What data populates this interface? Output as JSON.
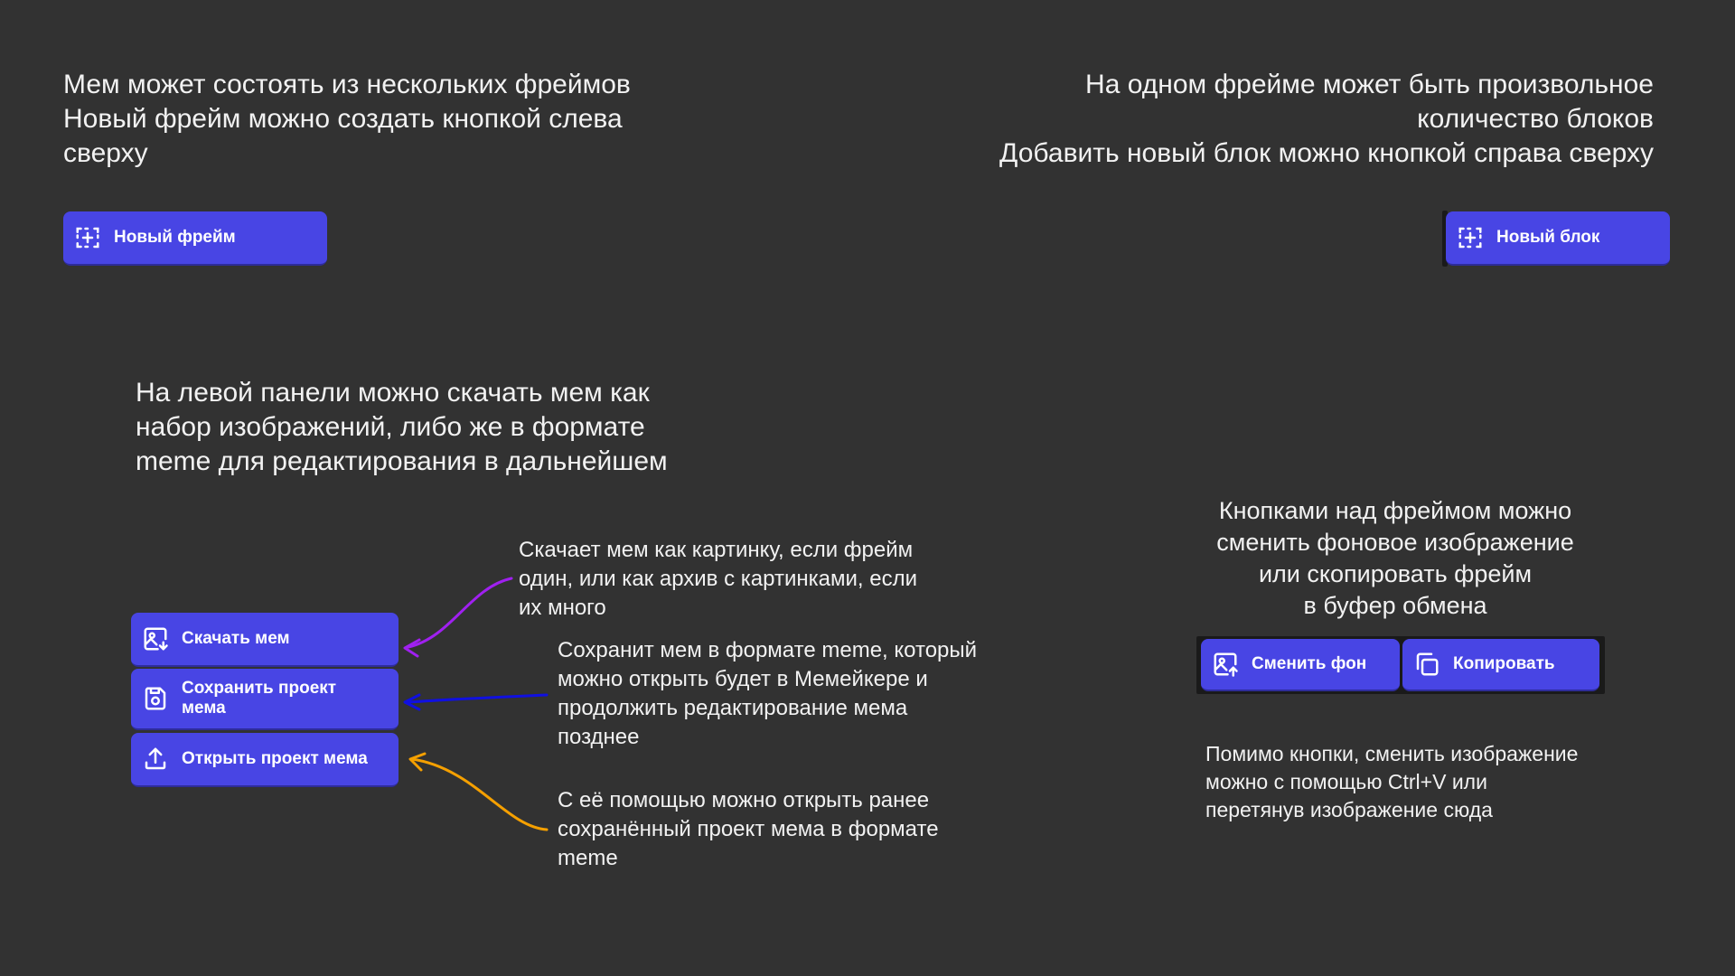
{
  "top_left_text": "Мем может состоять из нескольких фреймов\nНовый фрейм можно создать кнопкой слева\nсверху",
  "top_right_text": "На одном фрейме может быть произвольное\nколичество блоков\nДобавить новый блок можно кнопкой справа сверху",
  "new_frame_button": {
    "label": "Новый фрейм",
    "icon": "add-frame-icon"
  },
  "new_block_button": {
    "label": "Новый блок",
    "icon": "add-block-icon"
  },
  "left_panel_text": "На левой панели можно скачать мем как\nнабор изображений, либо же в формате\nmeme для редактирования в дальнейшем",
  "left_panel_buttons": {
    "download": {
      "label": "Скачать мем",
      "icon": "download-image-icon"
    },
    "save_project": {
      "label": "Сохранить проект\nмема",
      "icon": "save-icon"
    },
    "open_project": {
      "label": "Открыть проект мема",
      "icon": "upload-icon"
    }
  },
  "annotations": {
    "download": "Скачает мем как картинку, если фрейм\nодин, или как архив с картинками, если\nих много",
    "save_project": "Сохранит мем в формате meme, который\nможно открыть будет в Мемейкере и\nпродолжить редактирование мема\nпозднее",
    "open_project": "С её помощью можно открыть ранее\nсохранённый проект мема в формате\nmeme"
  },
  "frame_buttons_text": "Кнопками над фреймом можно\nсменить фоновое изображение\nили скопировать фрейм\nв буфер обмена",
  "frame_buttons": {
    "change_bg": {
      "label": "Сменить фон",
      "icon": "change-image-icon"
    },
    "copy": {
      "label": "Копировать",
      "icon": "copy-icon"
    }
  },
  "paste_text": "Помимо кнопки, сменить изображение\nможно с помощью Ctrl+V или\nперетянув изображение сюда",
  "colors": {
    "background": "#323232",
    "button": "#4845e4",
    "arrow_download": "#a020f0",
    "arrow_save": "#1010e0",
    "arrow_open": "#f5a000"
  }
}
